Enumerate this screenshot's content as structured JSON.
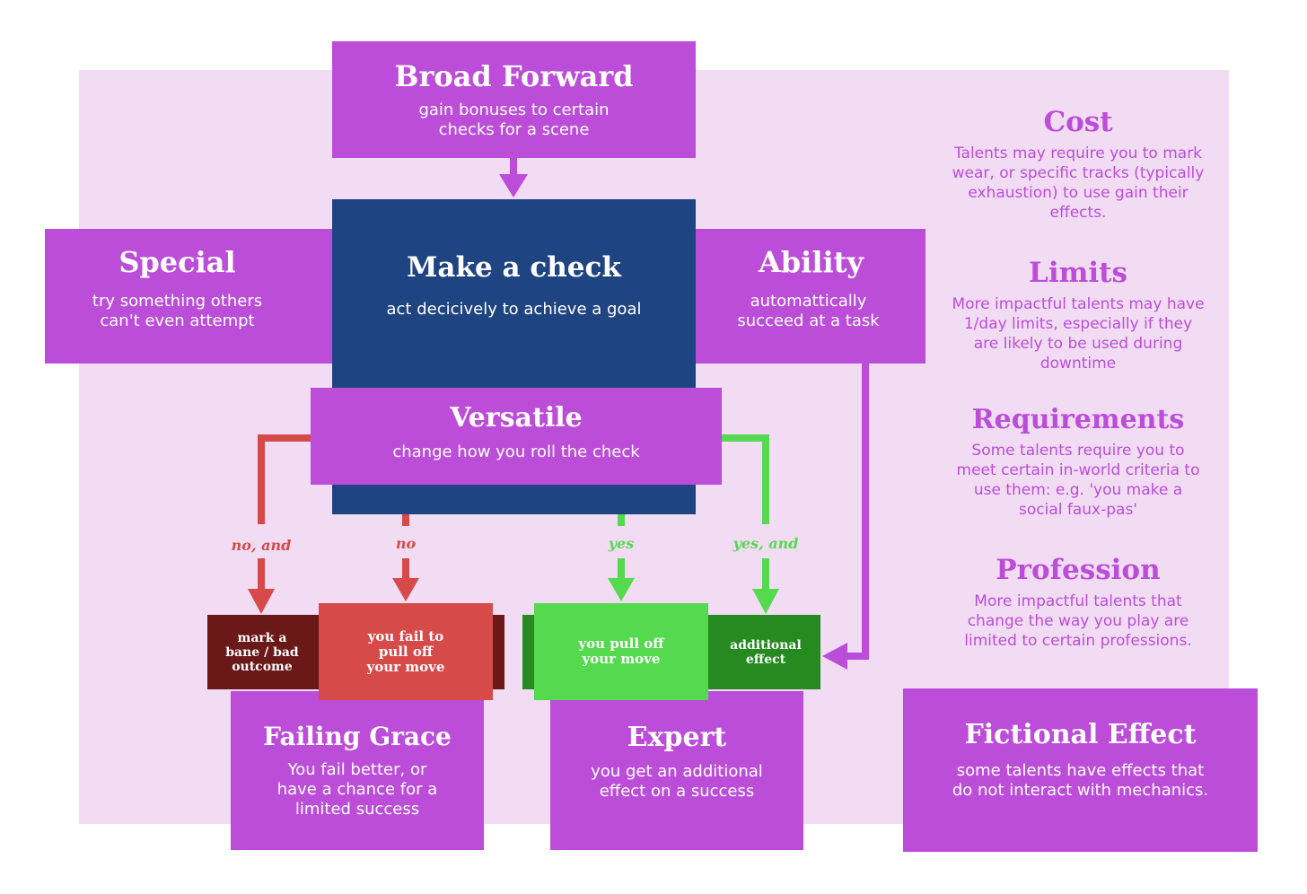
{
  "broad_forward": {
    "title": "Broad Forward",
    "text": "gain bonuses to certain checks for a scene"
  },
  "make_check": {
    "title": "Make a check",
    "text": "act decicively to achieve a goal"
  },
  "special": {
    "title": "Special",
    "text": "try something others can't even attempt"
  },
  "ability": {
    "title": "Ability",
    "text": "automattically succeed at a task"
  },
  "versatile": {
    "title": "Versatile",
    "text": "change how you roll the check"
  },
  "branches": {
    "no_and": "no, and",
    "no": "no",
    "yes": "yes",
    "yes_and": "yes, and"
  },
  "outcomes": {
    "bane": "mark a bane / bad outcome",
    "fail": "you fail to pull off your move",
    "pull": "you pull off your move",
    "additional": "additional effect"
  },
  "failing_grace": {
    "title": "Failing Grace",
    "text": "You fail better, or have a chance for a limited success"
  },
  "expert": {
    "title": "Expert",
    "text": "you get an additional effect on a success"
  },
  "fictional_effect": {
    "title": "Fictional Effect",
    "text": "some talents have effects that do not interact with mechanics."
  },
  "side": {
    "cost": {
      "title": "Cost",
      "text": "Talents may require you to mark wear, or specific tracks (typically exhaustion) to use gain their effects."
    },
    "limits": {
      "title": "Limits",
      "text": "More impactful talents may have 1/day limits, especially if they are likely to be used during downtime"
    },
    "requirements": {
      "title": "Requirements",
      "text": "Some talents require you to meet certain in-world criteria to use them: e.g. 'you make a social faux-pas'"
    },
    "profession": {
      "title": "Profession",
      "text": "More impactful talents that change the way you play are limited to certain professions."
    }
  },
  "colors": {
    "purple": "#bb4dd8",
    "navy": "#1f4482",
    "light_bg": "#f2dcf4",
    "red": "#d64a4a",
    "dark_red": "#6b1818",
    "green": "#55d94f",
    "dark_green": "#268a21"
  }
}
